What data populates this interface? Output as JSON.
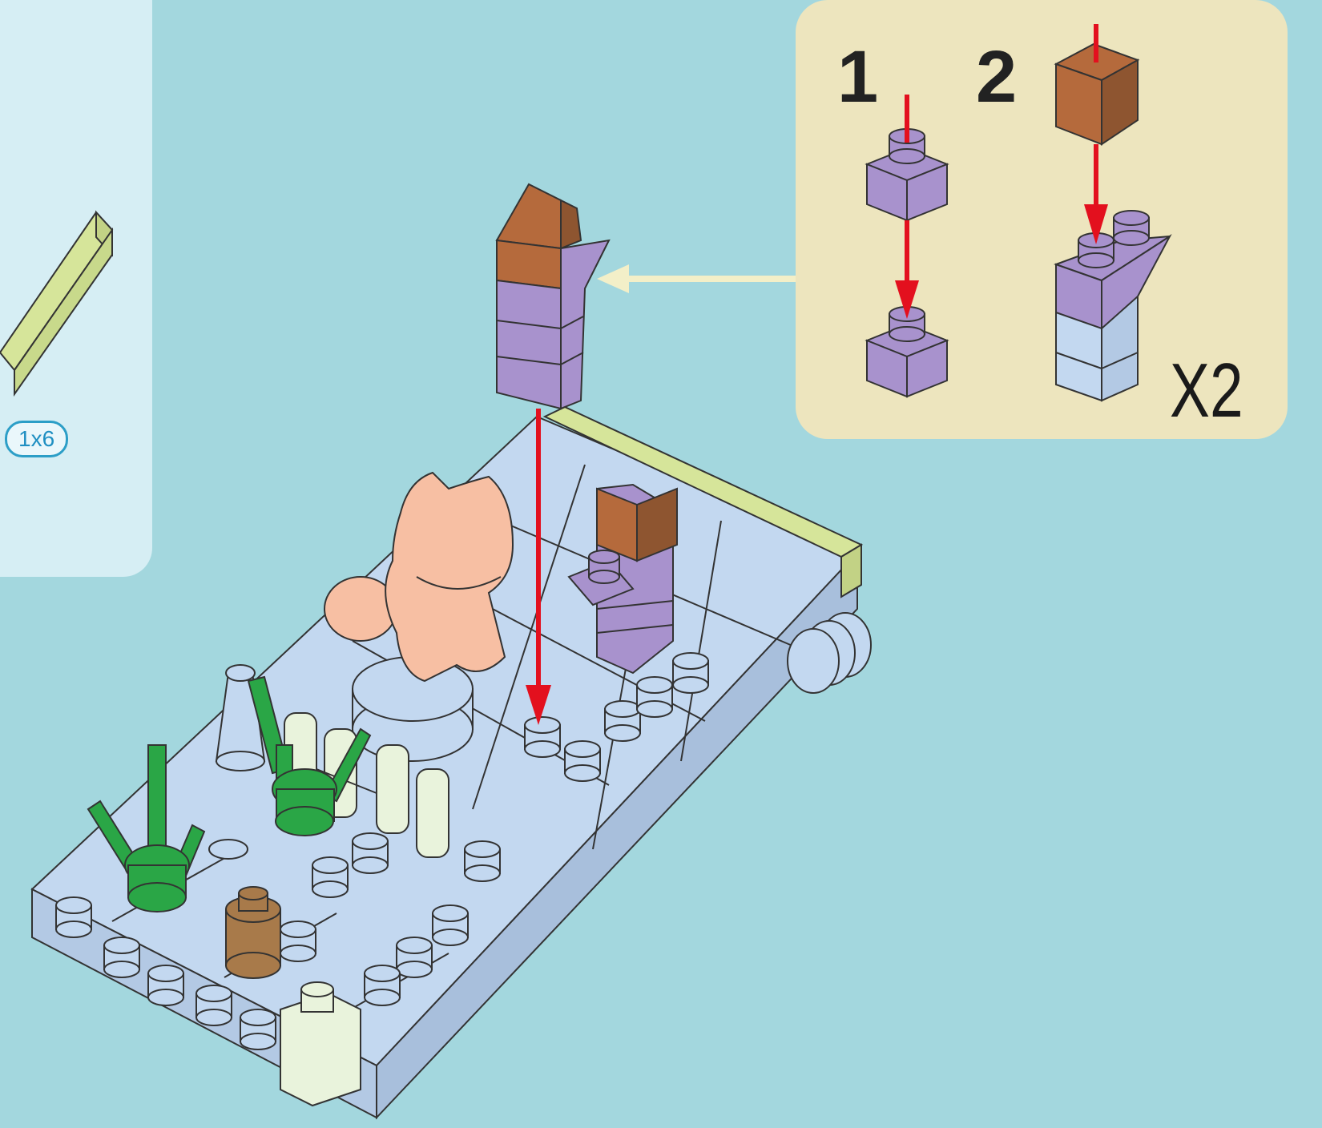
{
  "parts_panel": {
    "part_size_label": "1x6"
  },
  "substeps_panel": {
    "step_1": "1",
    "step_2": "2",
    "multiplier": "X2"
  },
  "colors": {
    "background": "#a3d7de",
    "parts_panel": "#d6eef4",
    "substeps_panel": "#ede5be",
    "arrow_red": "#e3101e",
    "callout_arrow": "#f3efc8",
    "brick_purple": "#a892cd",
    "brick_brown": "#b56a3c",
    "brick_blue": "#c3d8f0",
    "brick_lime": "#d6e59a",
    "plant_green": "#2aa646",
    "figure_peach": "#f7bfa3"
  }
}
